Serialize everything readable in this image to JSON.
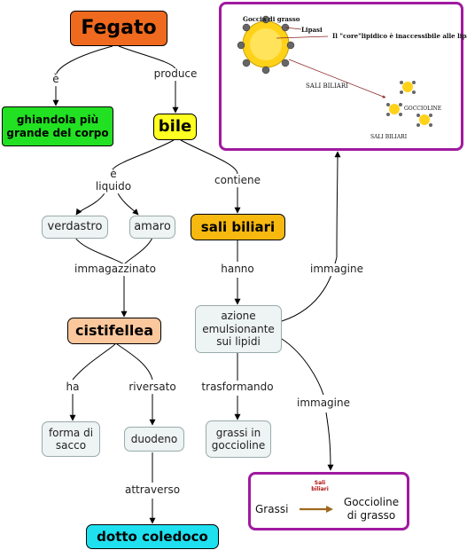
{
  "nodes": {
    "fegato": "Fegato",
    "ghiandola": "ghiandola più grande del corpo",
    "bile": "bile",
    "verdastro": "verdastro",
    "amaro": "amaro",
    "sali_biliari": "sali biliari",
    "cistifellea": "cistifellea",
    "azione": "azione emulsionante sui lipidi",
    "forma": "forma di sacco",
    "duodeno": "duodeno",
    "grassi_goccioline": "grassi in goccioline",
    "dotto": "dotto coledoco"
  },
  "links": {
    "e1": "è",
    "produce": "produce",
    "e_liquido": "è\nliquido",
    "contiene": "contiene",
    "immagazzinato": "immagazzinato",
    "hanno": "hanno",
    "immagine1": "immagine",
    "ha": "ha",
    "riversato": "riversato",
    "trasformando": "trasformando",
    "immagine2": "immagine",
    "attraverso": "attraverso"
  },
  "image_top": {
    "goccia": "Goccia di grasso",
    "lipasi": "Lipasi",
    "core": "Il  \"core\"lipidico è inaccessibile alle lipasi",
    "sali": "SALI BILIARI",
    "goccioline": "GOCCIOLINE",
    "sali2": "SALI BILIARI"
  },
  "image_bottom": {
    "sali": "Sali biliari",
    "grassi": "Grassi",
    "goccioline": "Goccioline di grasso"
  },
  "colors": {
    "fegato": "#ef6a1e",
    "ghiandola": "#22e022",
    "bile": "#ffff22",
    "sali_biliari": "#f7b810",
    "cistifellea": "#fbc79c",
    "dotto": "#1fe0ee",
    "frame": "#a01aa0",
    "soft": "#eef3f3"
  }
}
